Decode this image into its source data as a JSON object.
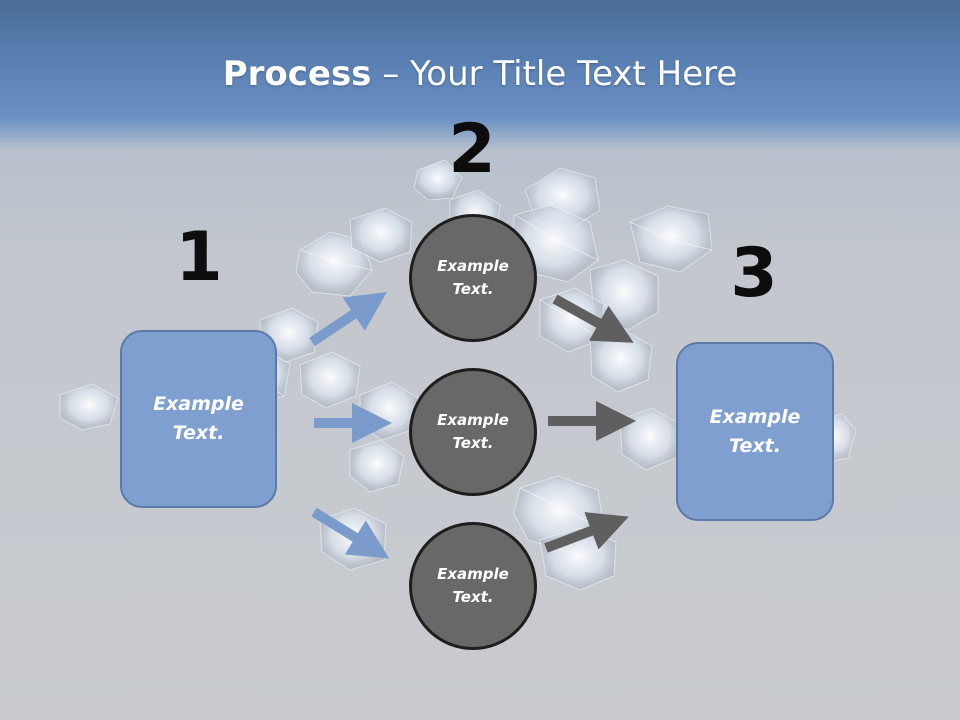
{
  "title": {
    "bold": "Process",
    "rest": " – Your Title Text Here"
  },
  "steps": [
    {
      "number": "1"
    },
    {
      "number": "2"
    },
    {
      "number": "3"
    }
  ],
  "left_box": {
    "line1": "Example",
    "line2": "Text."
  },
  "right_box": {
    "line1": "Example",
    "line2": "Text."
  },
  "circles": [
    {
      "line1": "Example",
      "line2": "Text."
    },
    {
      "line1": "Example",
      "line2": "Text."
    },
    {
      "line1": "Example",
      "line2": "Text."
    }
  ],
  "colors": {
    "header_blue": "#5c82b6",
    "box_fill": "#7e9fcf",
    "box_border": "#5b7aa7",
    "circle_fill": "#686868",
    "circle_border": "#1e1e1e",
    "arrow_blue": "#7a9bcb",
    "arrow_gray": "#5f5f5f"
  }
}
